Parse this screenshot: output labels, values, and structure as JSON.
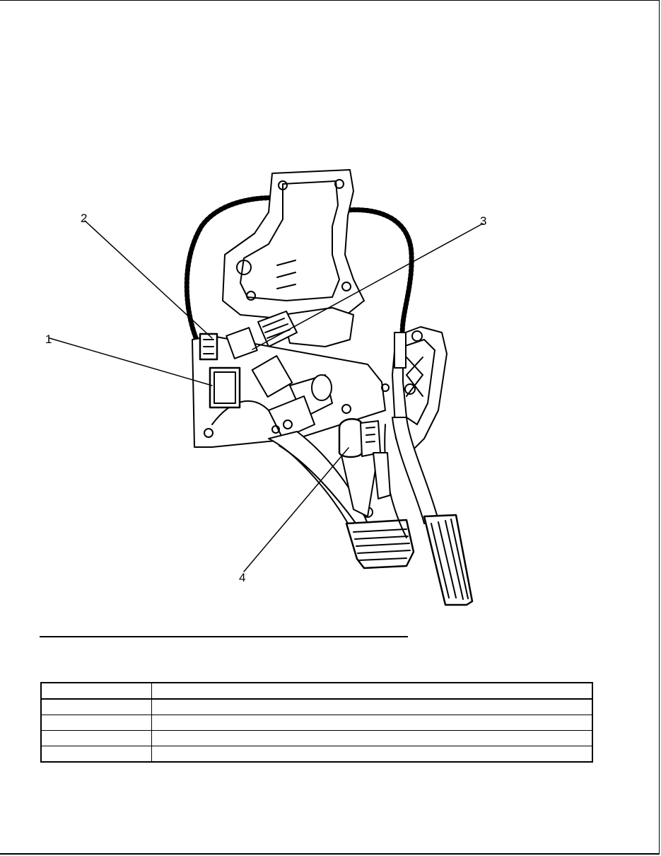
{
  "figure": {
    "callouts": [
      {
        "number": "1"
      },
      {
        "number": "2"
      },
      {
        "number": "3"
      },
      {
        "number": "4"
      }
    ]
  },
  "legend_table": {
    "rows": [
      {
        "callout": "",
        "component": ""
      },
      {
        "callout": "",
        "component": ""
      },
      {
        "callout": "",
        "component": ""
      },
      {
        "callout": "",
        "component": ""
      },
      {
        "callout": "",
        "component": ""
      }
    ]
  }
}
